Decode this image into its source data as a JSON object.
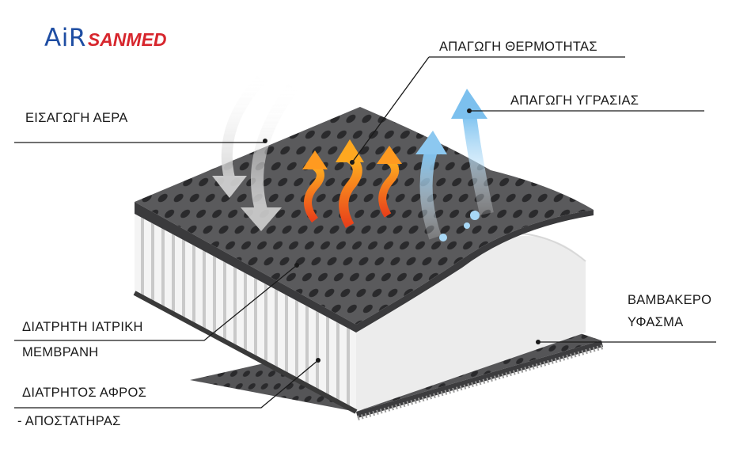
{
  "logo": {
    "part1": "AiR",
    "part2": "SANMED"
  },
  "labels": {
    "heat": "ΑΠΑΓΩΓΗ ΘΕΡΜΟΤΗΤΑΣ",
    "moisture": "ΑΠΑΓΩΓΗ  ΥΓΡΑΣΙΑΣ",
    "air_in": "ΕΙΣΑΓΩΓΗ ΑΕΡΑ",
    "cotton_1": "ΒΑΜΒΑΚΕΡΟ",
    "cotton_2": "ΥΦΑΣΜΑ",
    "membrane_1": "ΔΙΑΤΡΗΤΗ  ΙΑΤΡΙΚΗ",
    "membrane_2": "ΜΕΜΒΡΑΝΗ",
    "foam_1": "ΔΙΑΤΡΗΤΟΣ ΑΦΡΟΣ",
    "foam_2": "- ΑΠΟΣΤΑΤΗΡΑΣ"
  },
  "colors": {
    "top_layer": "#5a5a5c",
    "hole": "#2a2a2c",
    "foam": "#f2f2f2",
    "heat_arrow": "#f06a1c",
    "moisture_arrow": "#8cc8f0",
    "air_arrow": "#dcdcdc",
    "logo_blue": "#1f4ea3",
    "logo_red": "#d7262d"
  }
}
